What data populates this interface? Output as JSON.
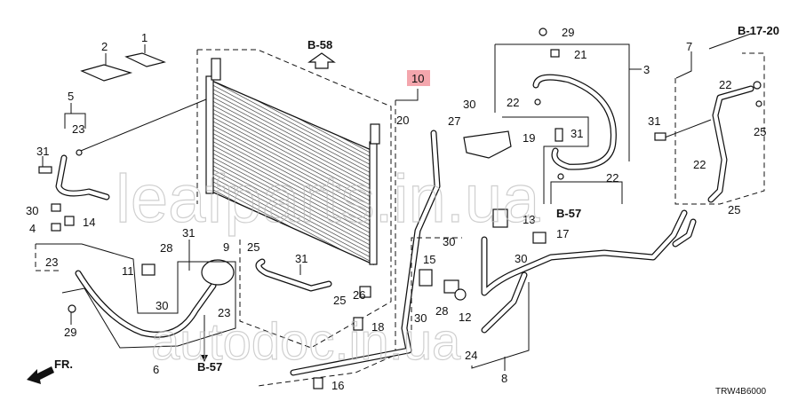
{
  "diagram": {
    "code": "TRW4B6000",
    "front_marker": "FR.",
    "highlight_color": "#f4a6ad",
    "references": {
      "b58": "B-58",
      "b17_20": "B-17-20",
      "b57_left": "B-57",
      "b57_right": "B-57"
    },
    "callouts": {
      "c1": "1",
      "c2": "2",
      "c3": "3",
      "c4": "4",
      "c5": "5",
      "c6": "6",
      "c7": "7",
      "c8": "8",
      "c9": "9",
      "c10": "10",
      "c11": "11",
      "c12": "12",
      "c13": "13",
      "c14": "14",
      "c15": "15",
      "c16": "16",
      "c17": "17",
      "c18": "18",
      "c19": "19",
      "c20": "20",
      "c21": "21",
      "c22a": "22",
      "c22b": "22",
      "c22c": "22",
      "c22d": "22",
      "c23a": "23",
      "c23b": "23",
      "c23c": "23",
      "c24": "24",
      "c25a": "25",
      "c25b": "25",
      "c25c": "25",
      "c25d": "25",
      "c26": "26",
      "c27": "27",
      "c28a": "28",
      "c28b": "28",
      "c29a": "29",
      "c29b": "29",
      "c30a": "30",
      "c30b": "30",
      "c30c": "30",
      "c30d": "30",
      "c30e": "30",
      "c30f": "30",
      "c31a": "31",
      "c31b": "31",
      "c31c": "31",
      "c31d": "31",
      "c31e": "31"
    },
    "watermarks": [
      "leafparts.in.ua",
      "autodoc.in.ua"
    ]
  }
}
